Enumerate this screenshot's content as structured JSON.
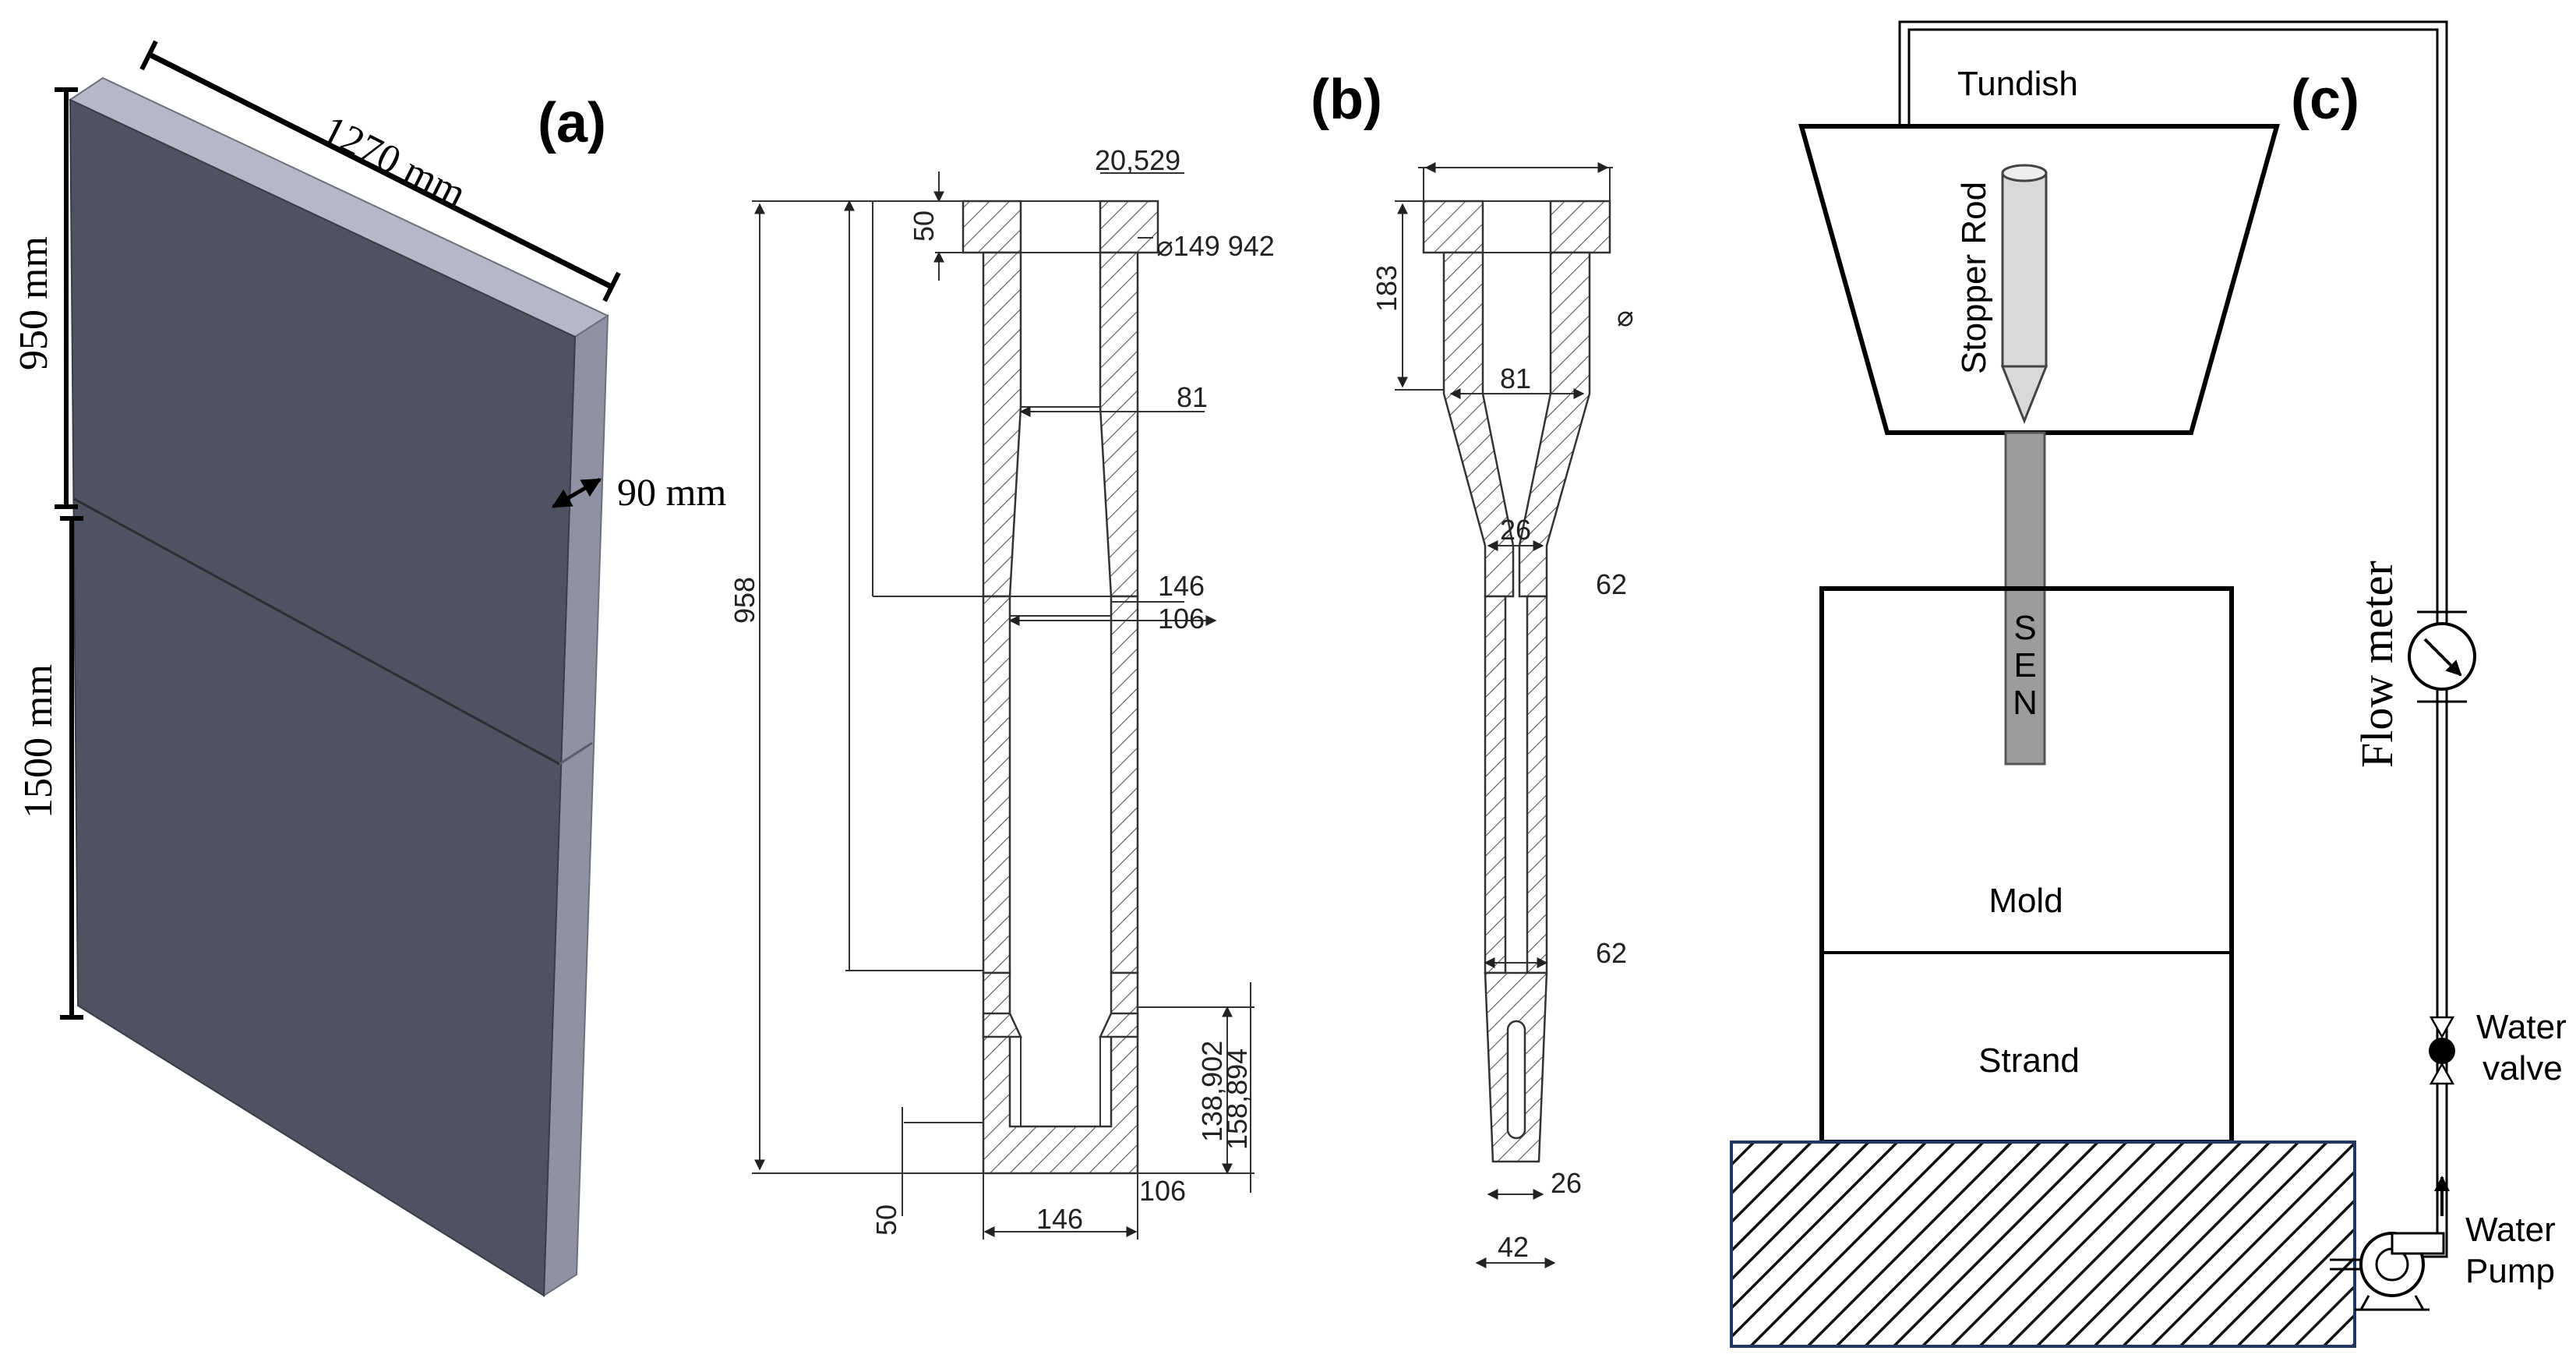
{
  "panel_a": {
    "label": "(a)",
    "dim_length": "1270 mm",
    "dim_upper_height": "950 mm",
    "dim_lower_height": "1500 mm",
    "dim_thickness": "90 mm",
    "colors": {
      "front": "#4f5261",
      "side": "#8f92a3",
      "top": "#b6b8c8"
    }
  },
  "panel_b": {
    "label": "(b)",
    "left_view": {
      "dim_top_offset": "20,529",
      "dim_top_height": "50",
      "dim_flange_diameter": "⌀149 942",
      "dim_total_height": "958",
      "dim_neck": "81",
      "dim_cone_bottom": "146",
      "dim_bore": "106",
      "dim_port_1": "138,902",
      "dim_port_2": "158,894",
      "dim_bottom_height": "50",
      "dim_bottom_inner": "106",
      "dim_bottom_width": "146"
    },
    "right_view": {
      "dim_depth": "183",
      "dim_diameter_symbol": "⌀",
      "dim_neck": "81",
      "dim_throat": "26",
      "dim_tube_top": "62",
      "dim_tube_low": "62",
      "dim_tip": "26",
      "dim_outer": "42"
    }
  },
  "panel_c": {
    "label": "(c)",
    "tundish": "Tundish",
    "stopper_rod": "Stopper Rod",
    "sen": [
      "S",
      "E",
      "N"
    ],
    "mold": "Mold",
    "strand": "Strand",
    "flow_meter": "Flow meter",
    "water_valve": [
      "Water",
      "valve"
    ],
    "water_pump": [
      "Water",
      "Pump"
    ],
    "colors": {
      "sen": "#9c9c9c",
      "stopper": "#d9d9d9",
      "base_border": "#1f3864"
    }
  }
}
